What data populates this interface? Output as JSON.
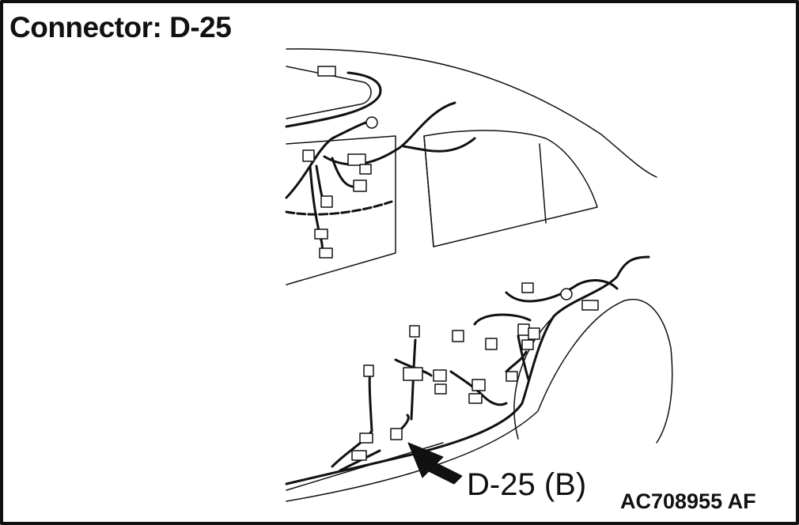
{
  "header": {
    "title": "Connector: D-25"
  },
  "callout": {
    "label": "D-25 (B)"
  },
  "footer": {
    "figure_code": "AC708955 AF"
  },
  "colors": {
    "line": "#111111",
    "background": "#ffffff"
  }
}
